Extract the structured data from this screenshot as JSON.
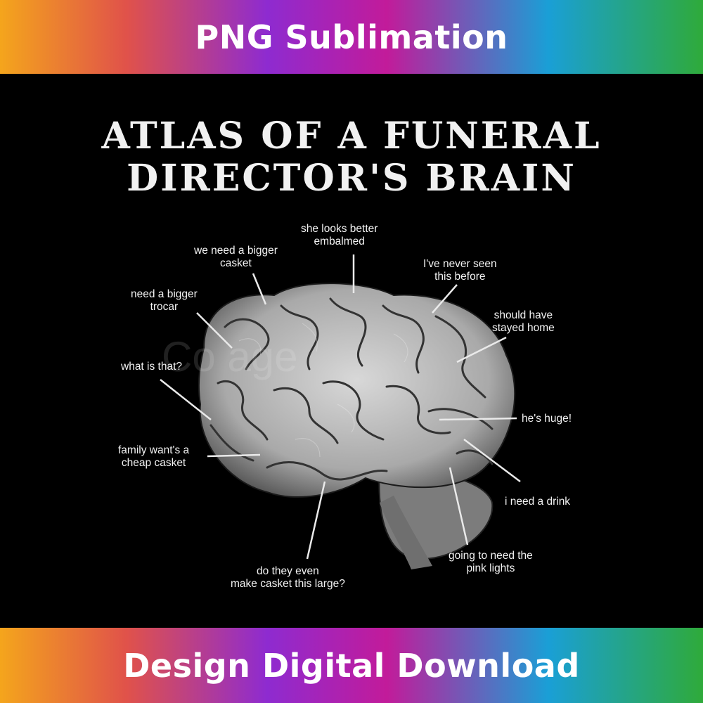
{
  "banner_top": "PNG Sublimation",
  "banner_bottom": "Design Digital Download",
  "title_line1": "ATLAS OF A FUNERAL",
  "title_line2": "DIRECTOR'S BRAIN",
  "labels": {
    "embalmed": "she looks better\nembalmed",
    "bigger_casket": "we need a bigger\ncasket",
    "never_seen": "I've never seen\nthis before",
    "bigger_trocar": "need a bigger\ntrocar",
    "stayed_home": "should have\nstayed home",
    "what_is_that": "what is that?",
    "hes_huge": "he's huge!",
    "cheap_casket": "family want's a\ncheap casket",
    "need_drink": "i need a drink",
    "pink_lights": "going to need the\npink lights",
    "casket_large": "do they even\nmake casket this large?"
  },
  "colors": {
    "background": "#000000",
    "text": "#f2f2f2"
  }
}
